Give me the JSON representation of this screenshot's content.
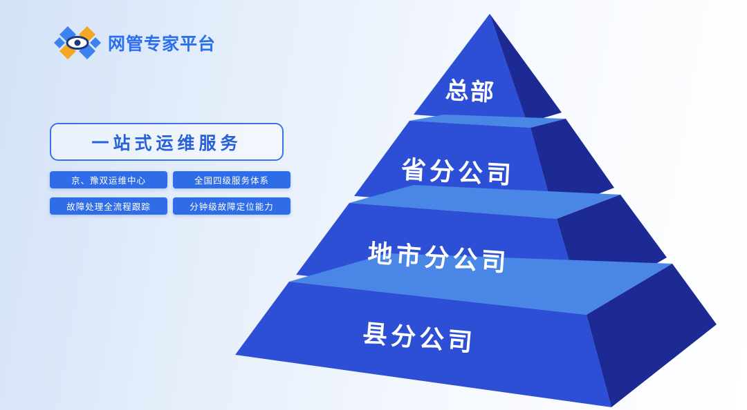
{
  "brand": {
    "name": "网管专家平台",
    "colors": {
      "primary": "#2a6ff0",
      "accent": "#f5a623",
      "eye": "#1e3a7a"
    },
    "logo_icon": "x-shaped-eye-logo"
  },
  "headline": "一站式运维服务",
  "tags": [
    "京、豫双运维中心",
    "全国四级服务体系",
    "故障处理全流程跟踪",
    "分钟级故障定位能力"
  ],
  "pyramid": {
    "levels": [
      "总部",
      "省分公司",
      "地市分公司",
      "县分公司"
    ],
    "colors": {
      "front": "#2c4fd6",
      "side": "#1d2a94",
      "top": "#4a86e6"
    }
  }
}
